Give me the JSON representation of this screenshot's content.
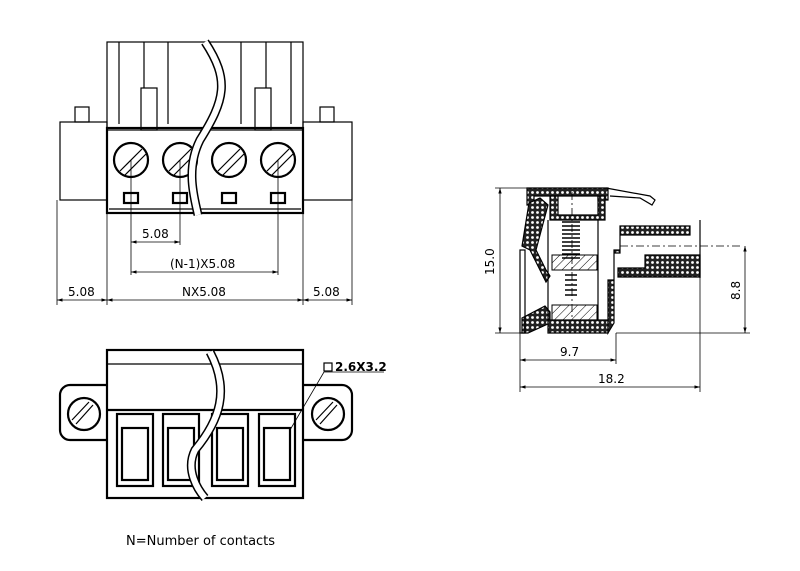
{
  "front_view": {
    "pitch_label": "5.08",
    "span_label": "(N-1)X5.08",
    "left_flange_label": "5.08",
    "body_label": "NX5.08",
    "right_flange_label": "5.08"
  },
  "bottom_view": {
    "wire_entry_label": "2.6X3.2"
  },
  "side_view": {
    "height_label": "15.0",
    "pin_height_label": "8.8",
    "depth_label": "9.7",
    "overall_length_label": "18.2"
  },
  "caption": "N=Number of contacts"
}
